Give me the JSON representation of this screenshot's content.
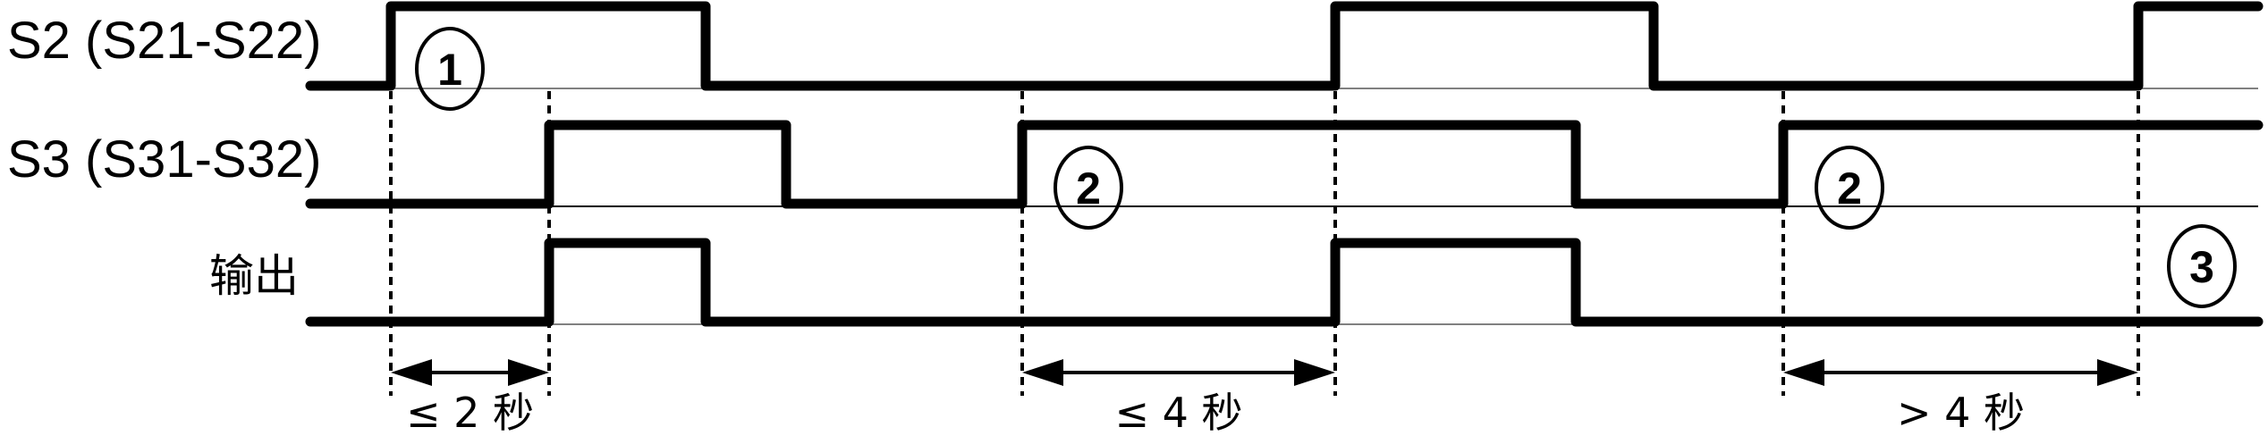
{
  "diagram": {
    "title": "S2 / S3 timing diagram",
    "signals": [
      {
        "id": "s2",
        "label": "S2 (S21-S22)",
        "initial": 0,
        "transitions": [
          437,
          789,
          1493,
          1849,
          2391
        ],
        "baseline_color": "#808080"
      },
      {
        "id": "s3",
        "label": "S3 (S31-S32)",
        "initial": 0,
        "transitions": [
          614,
          879,
          1143,
          1762,
          1994
        ],
        "baseline_color": "#000000"
      },
      {
        "id": "output",
        "label": "输出",
        "initial": 0,
        "transitions": [
          614,
          789,
          1493,
          1762
        ],
        "baseline_color": "#808080"
      }
    ],
    "timing_markers": [
      {
        "id": "t-s2-rise-1",
        "time": 437
      },
      {
        "id": "t-s3-rise-1",
        "time": 614
      },
      {
        "id": "t-s3-rise-2",
        "time": 1143
      },
      {
        "id": "t-s2-rise-2",
        "time": 1493
      },
      {
        "id": "t-s3-rise-3",
        "time": 1994
      },
      {
        "id": "t-s2-rise-3",
        "time": 2391
      }
    ],
    "durations": [
      {
        "id": "dur-1",
        "from": 437,
        "to": 614,
        "label": "≤ 2 秒"
      },
      {
        "id": "dur-2",
        "from": 1143,
        "to": 1493,
        "label": "≤ 4 秒"
      },
      {
        "id": "dur-3",
        "from": 1994,
        "to": 2391,
        "label": "> 4 秒"
      }
    ],
    "callouts": [
      {
        "id": "callout-1",
        "text": "1",
        "row": "s2",
        "time": 503
      },
      {
        "id": "callout-2a",
        "text": "2",
        "row": "s3",
        "time": 1217
      },
      {
        "id": "callout-2b",
        "text": "2",
        "row": "s3",
        "time": 2068
      },
      {
        "id": "callout-3",
        "text": "3",
        "row": "output",
        "time": 2462
      }
    ],
    "time_range": [
      347,
      2525
    ]
  }
}
